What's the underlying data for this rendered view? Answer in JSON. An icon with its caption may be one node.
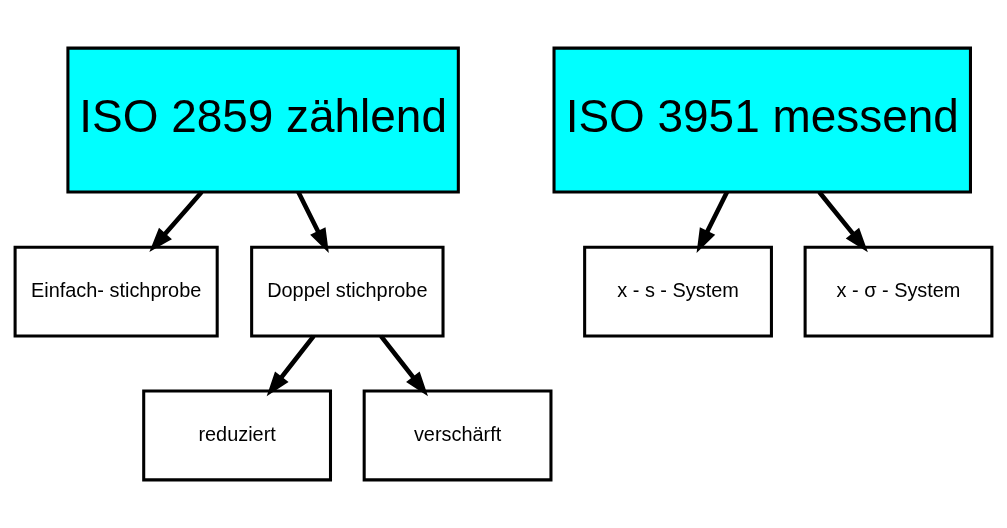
{
  "diagram": {
    "nodes": [
      {
        "text": [
          "ISO 2859 zählend"
        ]
      },
      {
        "text": [
          "ISO 3951 messend"
        ]
      },
      {
        "text": [
          "Einfach- stichprobe"
        ]
      },
      {
        "text": [
          "Doppel stichprobe"
        ]
      },
      {
        "text": [
          "x - s - System"
        ]
      },
      {
        "text": [
          "x - σ - System"
        ]
      },
      {
        "text": [
          "reduziert"
        ]
      },
      {
        "text": [
          "verschärft"
        ]
      }
    ],
    "edges": [
      {
        "from": 0,
        "to": 2,
        "arrow": "to"
      },
      {
        "from": 0,
        "to": 3,
        "arrow": "to"
      },
      {
        "from": 1,
        "to": 4,
        "arrow": "to"
      },
      {
        "from": 1,
        "to": 5,
        "arrow": "to"
      },
      {
        "from": 3,
        "to": 6,
        "arrow": "to"
      },
      {
        "from": 3,
        "to": 7,
        "arrow": "to"
      }
    ]
  }
}
